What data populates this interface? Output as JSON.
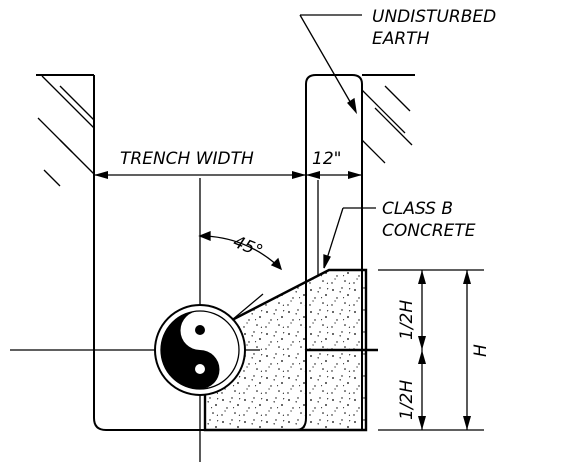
{
  "labels": {
    "undisturbed_line1": "UNDISTURBED",
    "undisturbed_line2": "EARTH",
    "trench_width": "TRENCH WIDTH",
    "twelve_inch": "12\"",
    "class_b_line1": "CLASS  B",
    "class_b_line2": "CONCRETE",
    "angle": "45°",
    "half_h_top": "1/2H",
    "half_h_bottom": "1/2H",
    "h": "H"
  },
  "colors": {
    "ink": "#000000",
    "paper": "#ffffff"
  }
}
